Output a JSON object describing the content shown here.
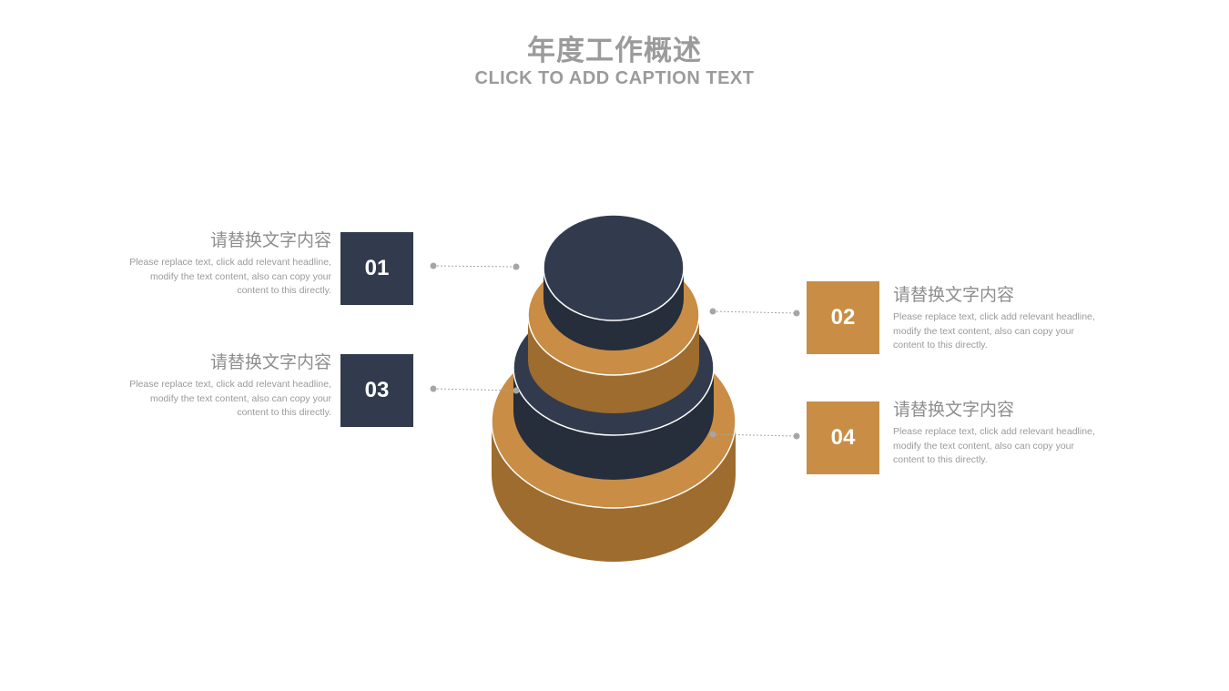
{
  "header": {
    "title": "年度工作概述",
    "subtitle": "CLICK TO ADD CAPTION TEXT"
  },
  "colors": {
    "navy": "#323b4d",
    "navy_side": "#262d3b",
    "gold": "#c98d45",
    "gold_side": "#9d6c2e",
    "connector": "#a6a6a6"
  },
  "items": [
    {
      "number": "01",
      "heading": "请替换文字内容",
      "text": "Please replace text, click add relevant headline, modify the text content, also can copy your content to this directly.",
      "color": "navy"
    },
    {
      "number": "02",
      "heading": "请替换文字内容",
      "text": "Please replace text, click add relevant headline, modify the text content, also can copy your content to this directly.",
      "color": "gold"
    },
    {
      "number": "03",
      "heading": "请替换文字内容",
      "text": "Please replace text, click add relevant headline, modify the text content, also can copy your content to this directly.",
      "color": "navy"
    },
    {
      "number": "04",
      "heading": "请替换文字内容",
      "text": "Please replace text, click add relevant headline, modify the text content, also can copy your content to this directly.",
      "color": "gold"
    }
  ]
}
